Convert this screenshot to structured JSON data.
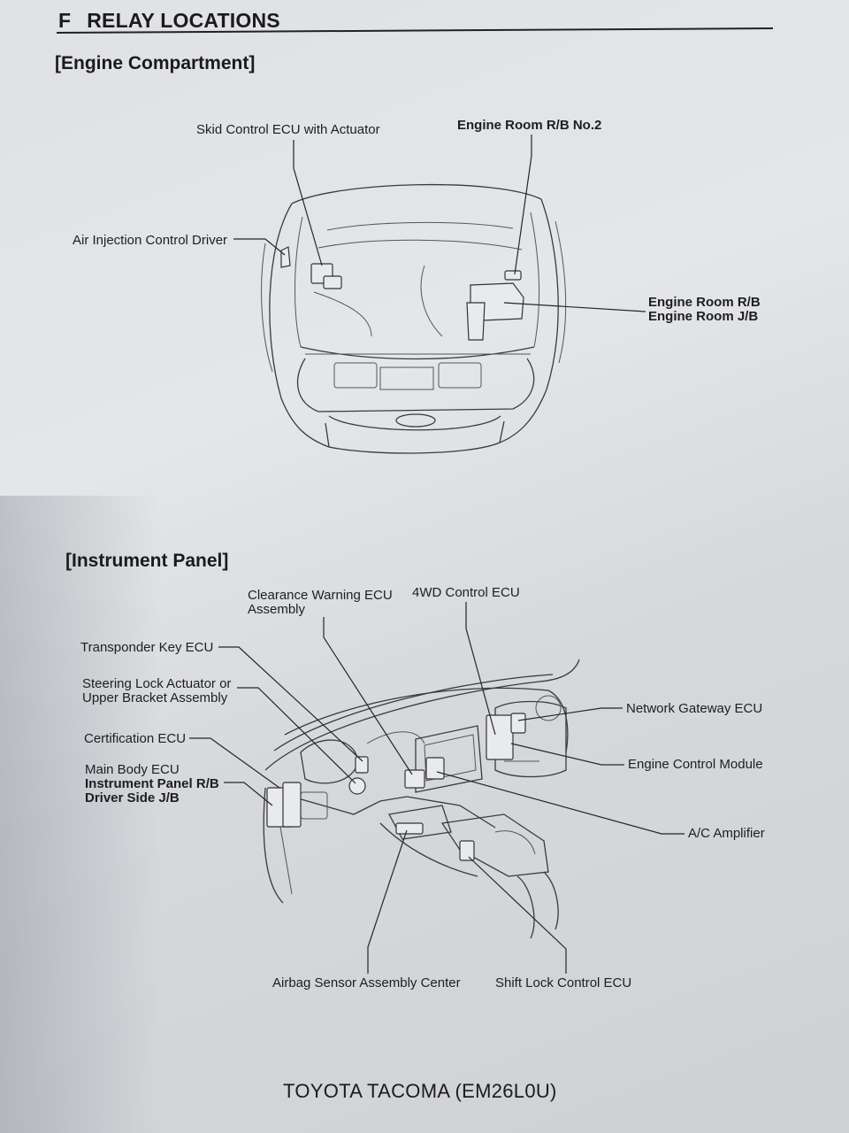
{
  "header": {
    "letter": "F",
    "title": "RELAY LOCATIONS"
  },
  "engine_compartment": {
    "heading": "[Engine Compartment]",
    "labels": {
      "skid_control": "Skid Control ECU with Actuator",
      "engine_room_rb2": "Engine Room R/B No.2",
      "air_injection": "Air Injection Control Driver",
      "engine_room_rb": "Engine Room R/B",
      "engine_room_jb": "Engine Room J/B"
    }
  },
  "instrument_panel": {
    "heading": "[Instrument Panel]",
    "labels": {
      "clearance_line1": "Clearance Warning ECU",
      "clearance_line2": "Assembly",
      "fourwd": "4WD Control ECU",
      "transponder": "Transponder Key ECU",
      "steering_line1": "Steering Lock Actuator or",
      "steering_line2": "Upper Bracket Assembly",
      "certification": "Certification ECU",
      "main_body": "Main Body ECU",
      "ip_rb": "Instrument Panel R/B",
      "driver_jb": "Driver Side J/B",
      "network_gateway": "Network Gateway ECU",
      "engine_control": "Engine Control Module",
      "ac_amplifier": "A/C Amplifier",
      "airbag": "Airbag Sensor Assembly Center",
      "shift_lock": "Shift Lock Control ECU"
    }
  },
  "footer": {
    "text": "TOYOTA TACOMA (EM26L0U)"
  }
}
